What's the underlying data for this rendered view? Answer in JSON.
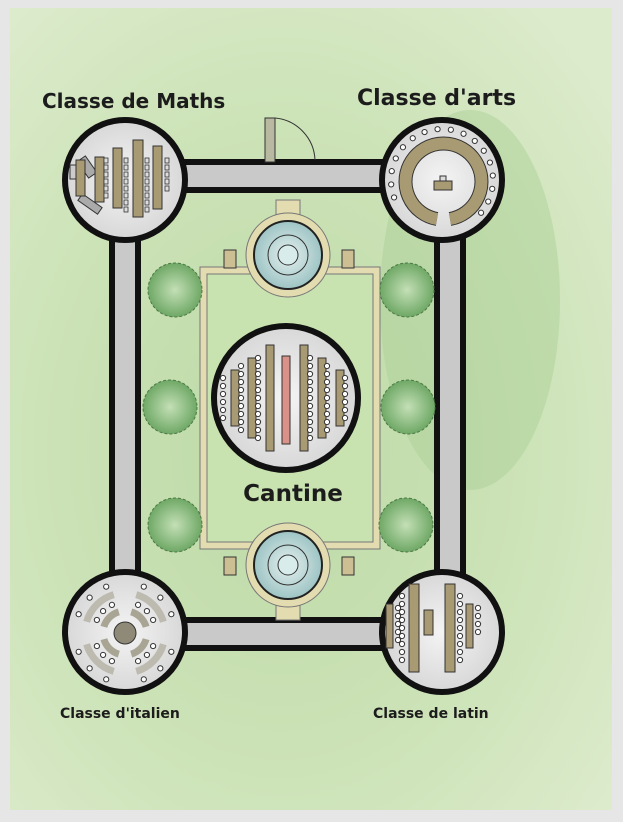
{
  "map": {
    "rooms": {
      "maths": "Classe de Maths",
      "arts": "Classe d'arts",
      "cantine": "Cantine",
      "italien": "Classe d'italien",
      "latin": "Classe de latin"
    },
    "colors": {
      "background": "#cfe3b8",
      "corridor": "#c9c9c9",
      "wall": "#111111",
      "room_floor": "#ececec",
      "furniture": "#a89a72",
      "courtyard_path": "#e2dcb0",
      "fountain": "#bcd8d6",
      "tree": "#7fb274",
      "cantine_center_table": "#d9918a"
    }
  }
}
